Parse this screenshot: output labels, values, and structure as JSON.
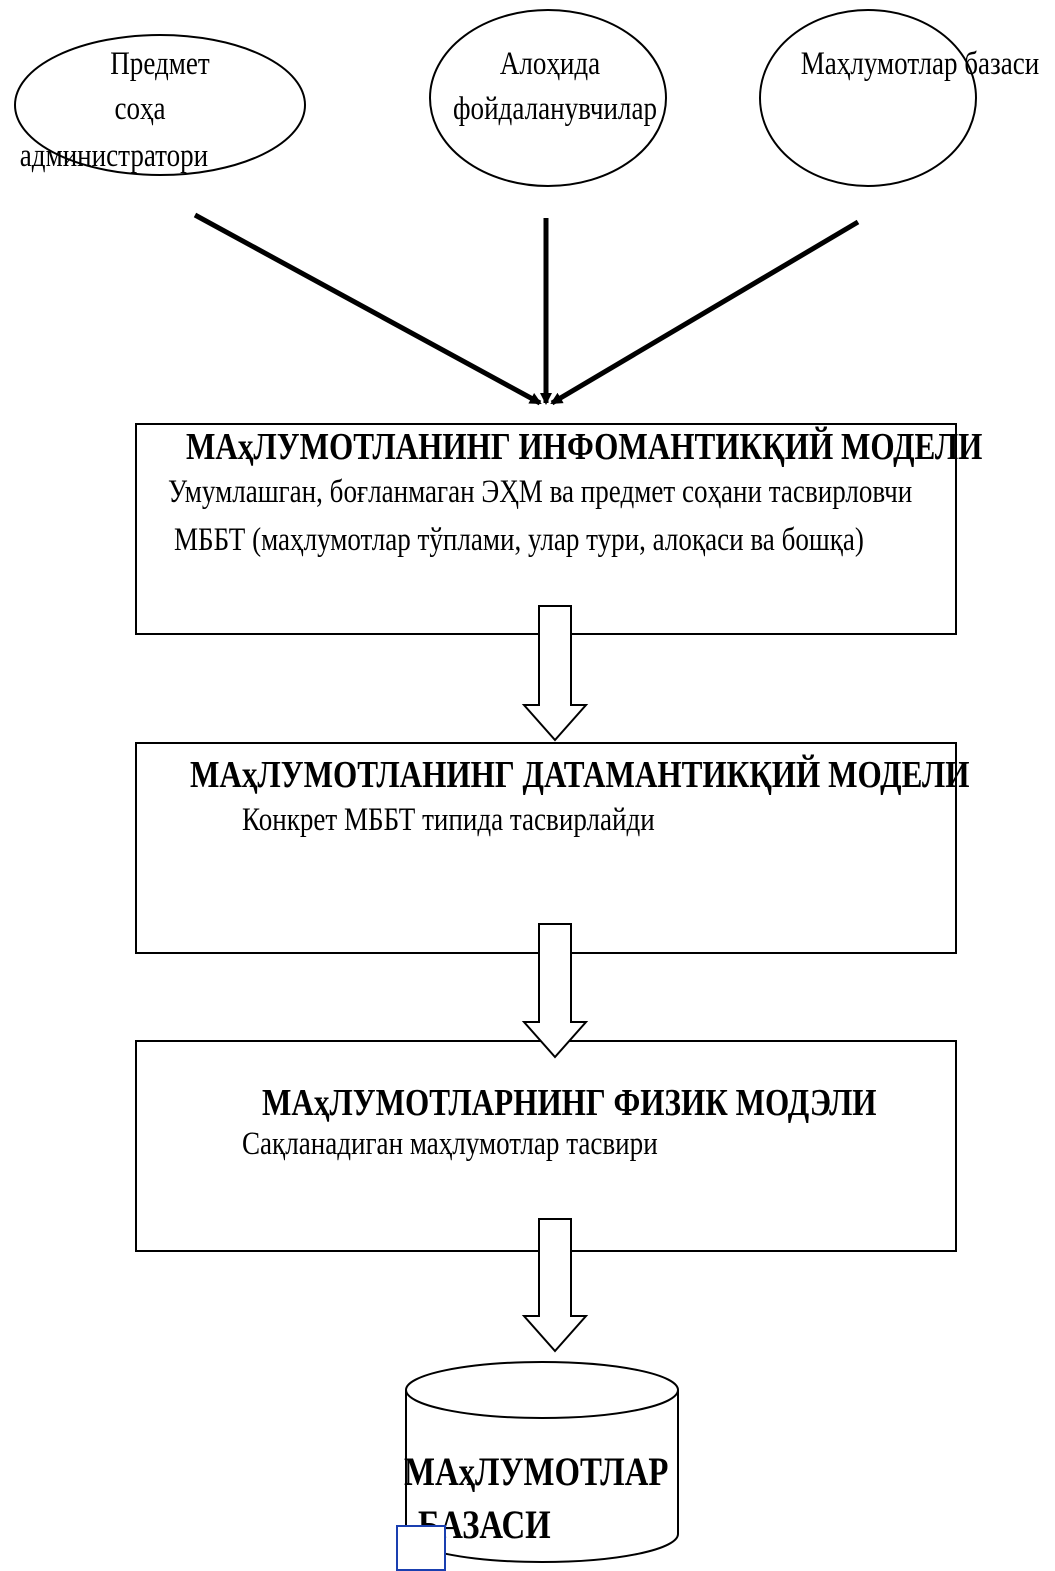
{
  "nodes": {
    "admin": {
      "line1": "Предмет",
      "line2": "соҳа",
      "line3": "администратори"
    },
    "users": {
      "line1": "Алоҳида",
      "line2": "фойдаланувчилар"
    },
    "database_source": {
      "label": "Маҳлумотлар базаси"
    }
  },
  "infological": {
    "title": "МАҳЛУМОТЛАНИНГ ИНФОМАНТИКҚИЙ МОДЕЛИ",
    "line1": "Умумлашган, боғланмаган ЭҲМ ва предмет соҳани тасвирловчи",
    "line2": "МББТ (маҳлумотлар тўплами, улар тури, алоқаси ва бошқа)"
  },
  "datalogical": {
    "title": "МАҳЛУМОТЛАНИНГ ДАТАМАНТИКҚИЙ МОДЕЛИ",
    "line1": "Конкрет МББТ типида тасвирлайди"
  },
  "physical": {
    "title": "МАҳЛУМОТЛАРНИНГ ФИЗИК МОДЭЛИ",
    "line1": "Сақланадиган маҳлумотлар тасвири"
  },
  "database": {
    "line1": "МАҳЛУМОТЛАР",
    "line2": "БАЗАСИ"
  },
  "icons": {
    "badge": "lightning-icon"
  }
}
